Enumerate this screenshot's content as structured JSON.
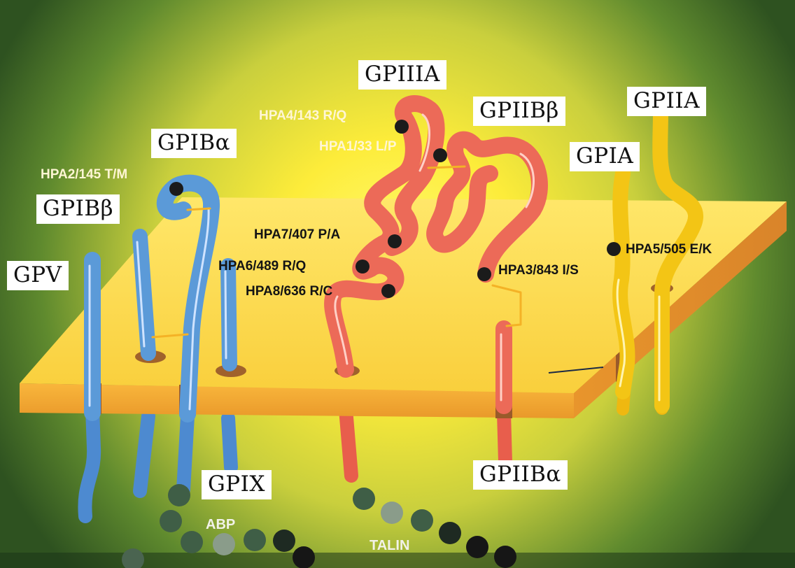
{
  "glycoproteins": {
    "gpv": "GPV",
    "gpib_beta": "GPIBβ",
    "gpib_alpha": "GPIBα",
    "gpix": "GPIX",
    "gpiiia": "GPIIIA",
    "gpiib_beta": "GPIIBβ",
    "gpiib_alpha": "GPIIBα",
    "gpia": "GPIA",
    "gpiia": "GPIIA"
  },
  "hpa_sites": {
    "hpa1": "HPA1/33 L/P",
    "hpa2": "HPA2/145 T/M",
    "hpa3": "HPA3/843 I/S",
    "hpa4": "HPA4/143 R/Q",
    "hpa5": "HPA5/505 E/K",
    "hpa6": "HPA6/489 R/Q",
    "hpa7": "HPA7/407 P/A",
    "hpa8": "HPA8/636 R/C"
  },
  "cytoskeletal": {
    "abp": "ABP",
    "talin": "TALIN"
  },
  "colors": {
    "gpib_complex": "#5b9ad8",
    "gpiib_iiia_complex": "#ec6a58",
    "gpia_iia_complex": "#f3c515",
    "membrane": "#f7c63a",
    "background_glow": "#fff35a",
    "background_edge": "#3f6a28"
  }
}
